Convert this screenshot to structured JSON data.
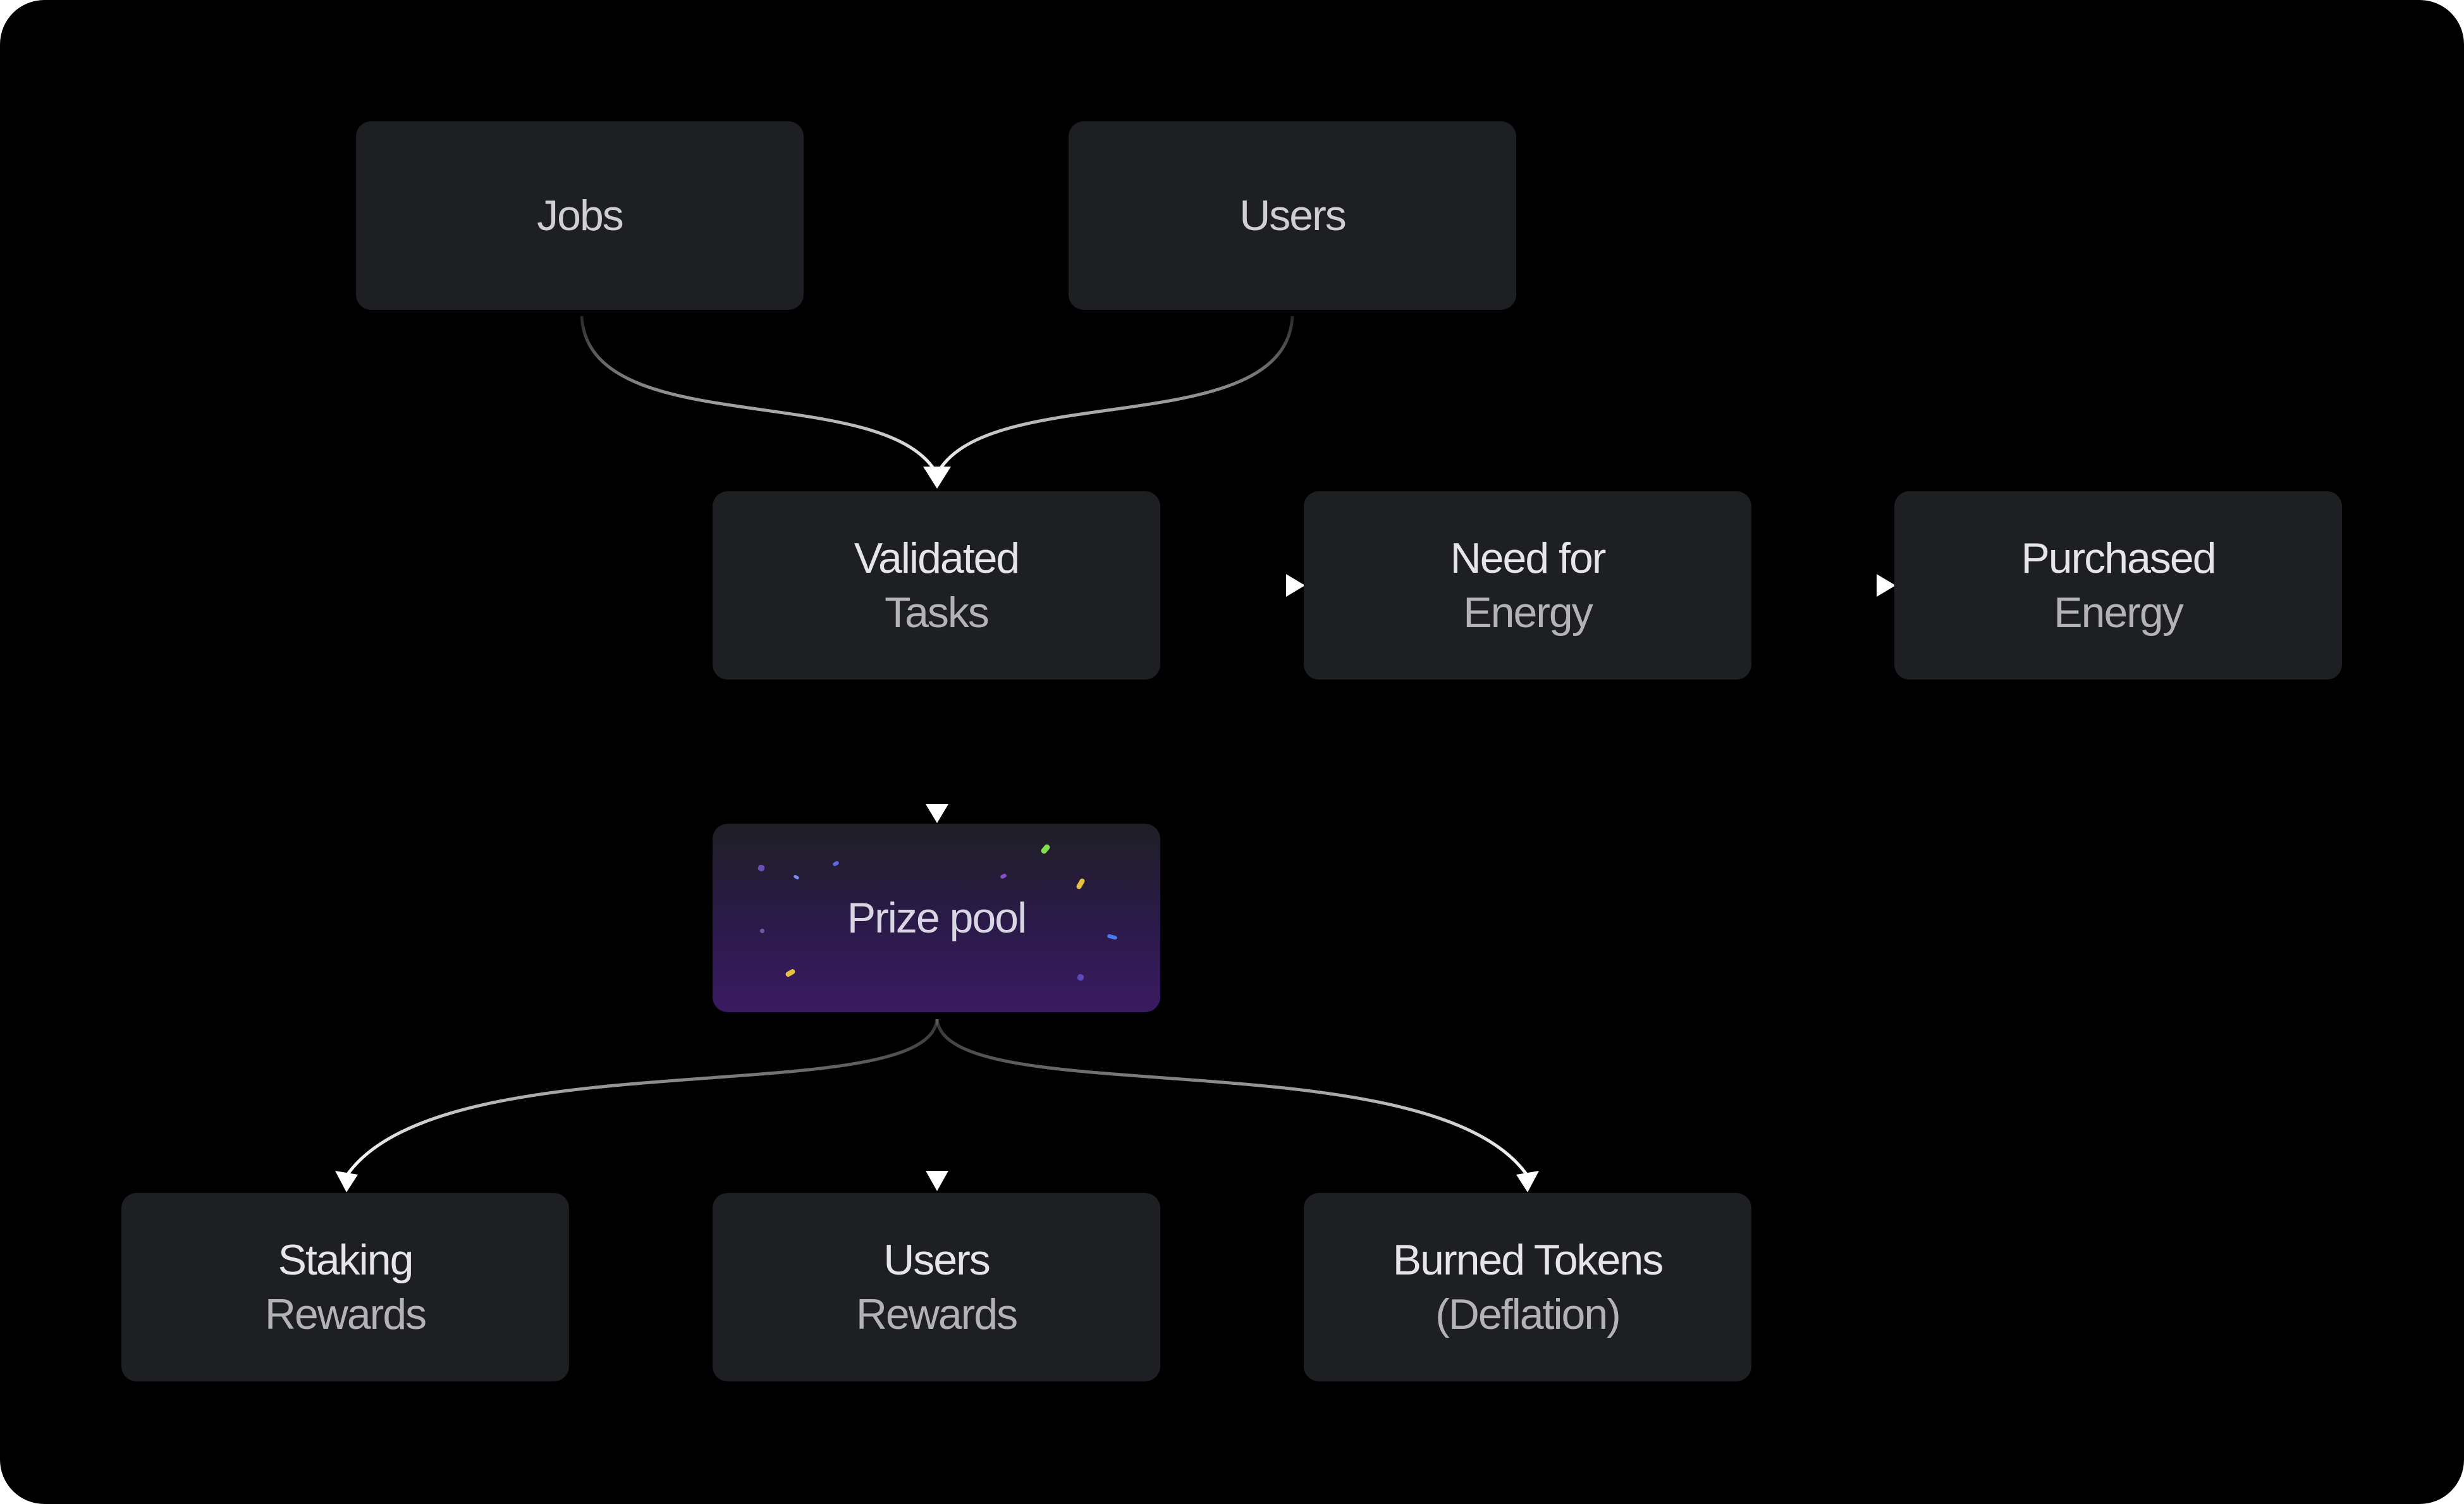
{
  "diagram": {
    "nodes": {
      "jobs": {
        "label": "Jobs"
      },
      "users_top": {
        "label": "Users"
      },
      "validated": {
        "line1": "Validated",
        "line2": "Tasks"
      },
      "need_energy": {
        "line1": "Need for",
        "line2": "Energy"
      },
      "purchased": {
        "line1": "Purchased",
        "line2": "Energy"
      },
      "prize": {
        "label": "Prize pool"
      },
      "staking": {
        "line1": "Staking",
        "line2": "Rewards"
      },
      "users_rewards": {
        "line1": "Users",
        "line2": "Rewards"
      },
      "burned": {
        "line1": "Burned Tokens",
        "line2": "(Deflation)"
      }
    },
    "edges": [
      {
        "from": "Jobs",
        "to": "Validated Tasks"
      },
      {
        "from": "Users",
        "to": "Validated Tasks"
      },
      {
        "from": "Validated Tasks",
        "to": "Need for Energy"
      },
      {
        "from": "Need for Energy",
        "to": "Purchased Energy"
      },
      {
        "from": "Validated Tasks",
        "to": "Prize pool"
      },
      {
        "from": "Prize pool",
        "to": "Staking Rewards"
      },
      {
        "from": "Prize pool",
        "to": "Users Rewards"
      },
      {
        "from": "Prize pool",
        "to": "Burned Tokens (Deflation)"
      }
    ],
    "colors": {
      "background": "#000000",
      "node_fill": "#1e1f22",
      "edge": "#ffffff",
      "prize_gradient_end": "#3a1a62"
    }
  }
}
